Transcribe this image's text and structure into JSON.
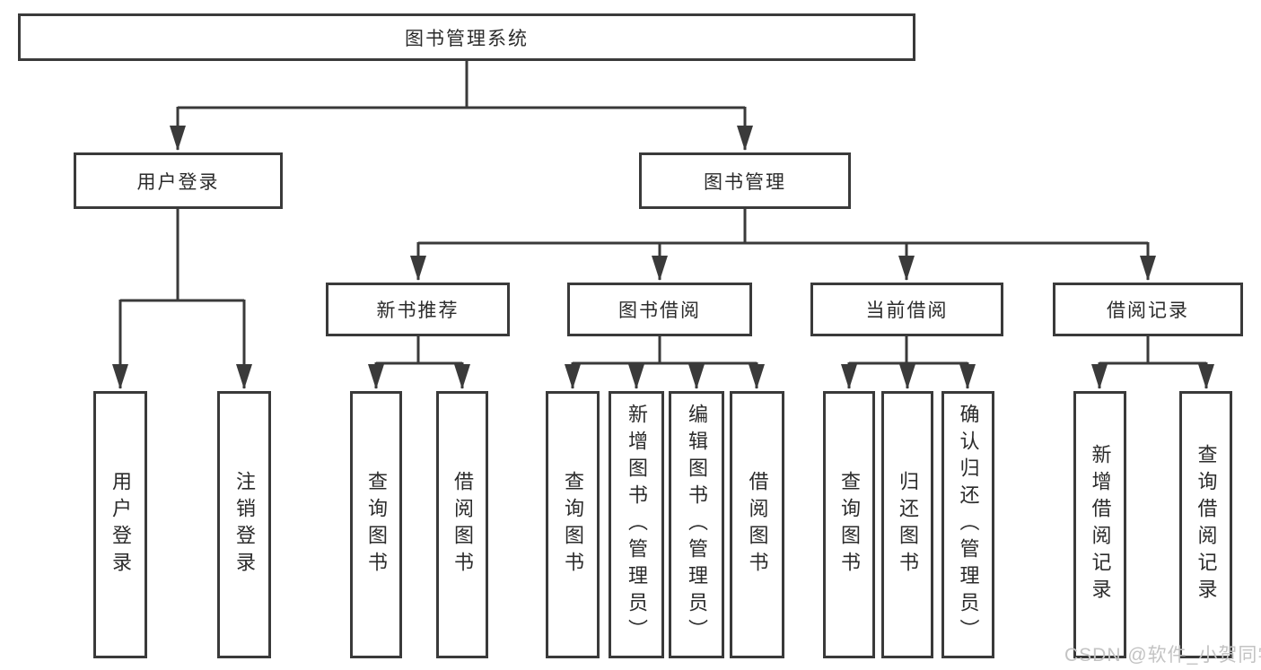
{
  "diagram": {
    "type": "hierarchy-tree",
    "watermark": "CSDN @软件_小贺同学",
    "colors": {
      "line": "#3a3a3a",
      "box_border": "#3a3a3a",
      "text": "#2b2b2b",
      "watermark": "#c3c3c3",
      "background": "#ffffff"
    },
    "tree": {
      "root": {
        "label": "图书管理系统",
        "children": [
          {
            "label": "用户登录",
            "children": [
              {
                "label": "用户登录"
              },
              {
                "label": "注销登录"
              }
            ]
          },
          {
            "label": "图书管理",
            "children": [
              {
                "label": "新书推荐",
                "children": [
                  {
                    "label": "查询图书"
                  },
                  {
                    "label": "借阅图书"
                  }
                ]
              },
              {
                "label": "图书借阅",
                "children": [
                  {
                    "label": "查询图书"
                  },
                  {
                    "label": "新增图书（管理员）"
                  },
                  {
                    "label": "编辑图书（管理员）"
                  },
                  {
                    "label": "借阅图书"
                  }
                ]
              },
              {
                "label": "当前借阅",
                "children": [
                  {
                    "label": "查询图书"
                  },
                  {
                    "label": "归还图书"
                  },
                  {
                    "label": "确认归还（管理员）"
                  }
                ]
              },
              {
                "label": "借阅记录",
                "children": [
                  {
                    "label": "新增借阅记录"
                  },
                  {
                    "label": "查询借阅记录"
                  }
                ]
              }
            ]
          }
        ]
      }
    }
  }
}
